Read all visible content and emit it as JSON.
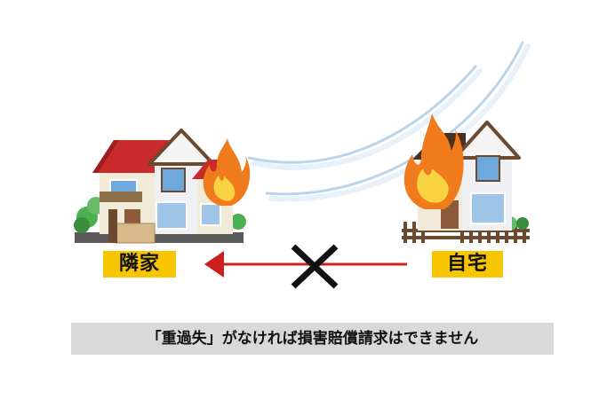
{
  "labels": {
    "neighbor_house": "隣家",
    "own_house": "自宅"
  },
  "caption": "「重過失」がなければ損害賠償請求はできません",
  "icons": {
    "neighbor_house": "burning-house-icon",
    "own_house": "burning-house-icon",
    "wind": "wind-icon",
    "arrow": "left-arrow-icon",
    "cross": "cross-icon"
  },
  "colors": {
    "label_bg": "#f7c600",
    "arrow": "#cc1f1f",
    "cross": "#111111",
    "caption_bg": "#d9d9d9",
    "wind": "#bcd8ee"
  }
}
